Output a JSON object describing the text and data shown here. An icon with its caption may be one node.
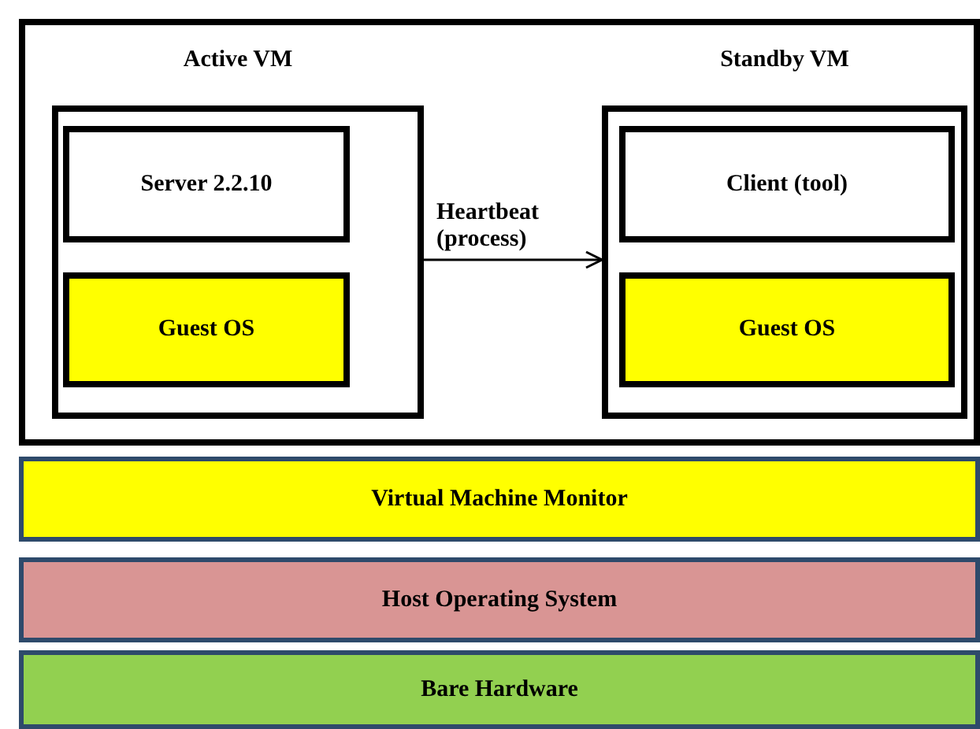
{
  "diagram": {
    "nodes": [
      {
        "text": [],
        "shape": "box"
      },
      {
        "text": [
          "Active VM"
        ],
        "in": 0
      },
      {
        "text": [
          "Server 2.2.10"
        ],
        "in": 1
      },
      {
        "text": [
          "Guest OS"
        ],
        "in": 1
      },
      {
        "text": [
          "Standby VM"
        ],
        "in": 0
      },
      {
        "text": [
          "Client (tool)"
        ],
        "in": 4
      },
      {
        "text": [
          "Guest OS"
        ],
        "in": 4
      },
      {
        "text": [
          "Virtual Machine Monitor"
        ]
      },
      {
        "text": [
          "Host Operating  System"
        ]
      },
      {
        "text": [
          "Bare Hardware"
        ]
      }
    ],
    "edges": [
      {
        "from": 1,
        "to": 4,
        "arrow": "to",
        "label": "Heartbeat (process)"
      }
    ]
  }
}
